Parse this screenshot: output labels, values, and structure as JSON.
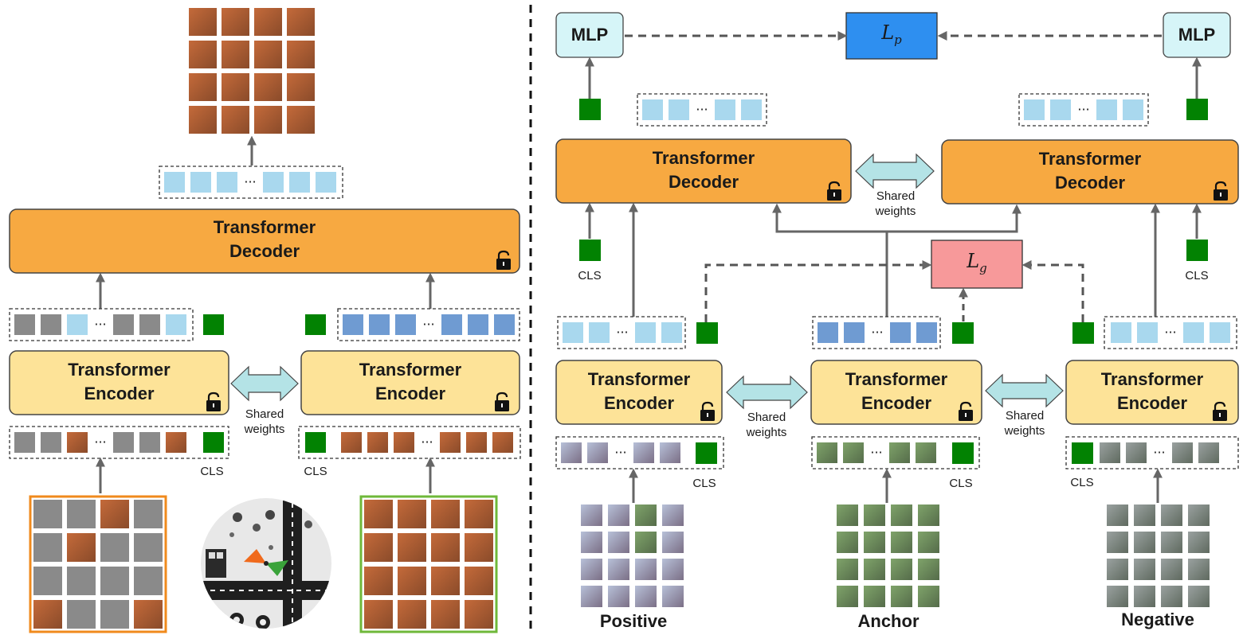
{
  "colors": {
    "decoder_fill": "#f7a941",
    "encoder_fill": "#fde398",
    "mlp_fill": "#d6f5f8",
    "loss_p_fill": "#2e8ff0",
    "loss_g_fill": "#f7999a",
    "cls_token": "#028202",
    "light_token": "#a9d8ee",
    "dark_token": "#6f9bd2",
    "gray_token": "#8a8a8a",
    "arrow": "#666666",
    "shared_arrow": "#b4e3e6",
    "positive_frame": "#f08a1c",
    "negative_frame": "#6fb83a"
  },
  "left": {
    "decoder": {
      "line1": "Transformer",
      "line2": "Decoder"
    },
    "encoder_left": {
      "line1": "Transformer",
      "line2": "Encoder"
    },
    "encoder_right": {
      "line1": "Transformer",
      "line2": "Encoder"
    },
    "shared": {
      "line1": "Shared",
      "line2": "weights"
    },
    "cls_left": "CLS",
    "cls_right": "CLS",
    "ellipsis": "···",
    "icons": [
      "padlock-icon",
      "map-compass-icon"
    ]
  },
  "right": {
    "mlp_left": "MLP",
    "mlp_right": "MLP",
    "loss_p": {
      "symbol": "L",
      "sub": "p"
    },
    "loss_g": {
      "symbol": "L",
      "sub": "g"
    },
    "decoder_left": {
      "line1": "Transformer",
      "line2": "Decoder"
    },
    "decoder_right": {
      "line1": "Transformer",
      "line2": "Decoder"
    },
    "shared_top": {
      "line1": "Shared",
      "line2": "weights"
    },
    "encoder_pos": {
      "line1": "Transformer",
      "line2": "Encoder"
    },
    "encoder_anc": {
      "line1": "Transformer",
      "line2": "Encoder"
    },
    "encoder_neg": {
      "line1": "Transformer",
      "line2": "Encoder"
    },
    "shared_left": {
      "line1": "Shared",
      "line2": "weights"
    },
    "shared_right": {
      "line1": "Shared",
      "line2": "weights"
    },
    "cls_dec_left": "CLS",
    "cls_dec_right": "CLS",
    "cls_pos": "CLS",
    "cls_anc": "CLS",
    "cls_neg": "CLS",
    "label_positive": "Positive",
    "label_anchor": "Anchor",
    "label_negative": "Negative"
  }
}
